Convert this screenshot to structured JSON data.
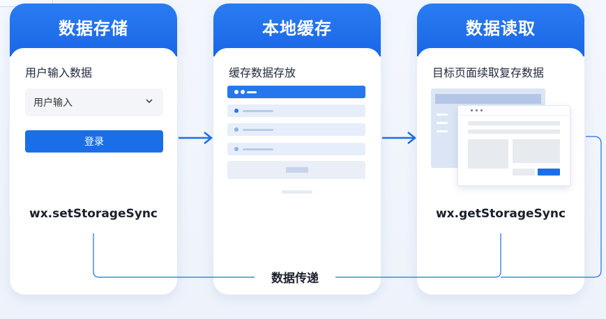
{
  "cards": [
    {
      "title": "数据存储",
      "subtitle": "用户输入数据",
      "select_value": "用户输入",
      "button_label": "登录",
      "api": "wx.setStorageSync"
    },
    {
      "title": "本地缓存",
      "subtitle": "缓存数据存放"
    },
    {
      "title": "数据读取",
      "subtitle": "目标页面续取复存数据",
      "api": "wx.getStorageSync"
    }
  ],
  "connector_label": "数据传递",
  "colors": {
    "accent": "#1a6fe8",
    "header_gradient_top": "#2a7cf2",
    "background": "#f3f7fd"
  },
  "icons": [
    "chevron-down-icon",
    "arrow-right-icon"
  ]
}
